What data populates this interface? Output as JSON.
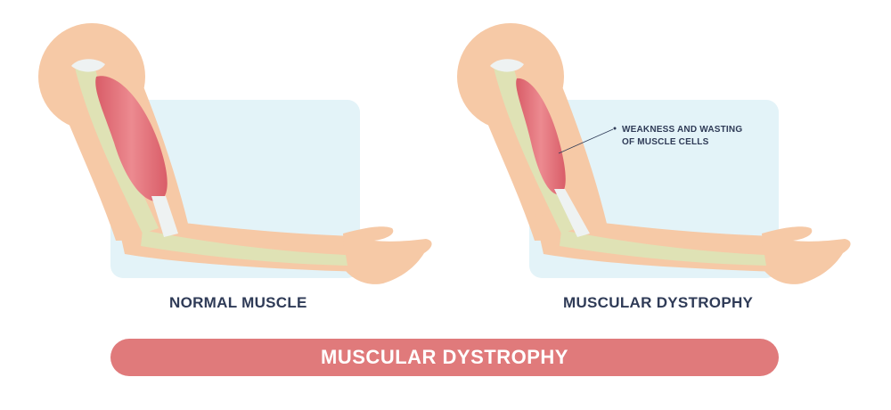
{
  "panels": {
    "normal": {
      "label": "NORMAL MUSCLE"
    },
    "dystrophy": {
      "label": "MUSCULAR DYSTROPHY",
      "callout_line1": "WEAKNESS AND WASTING",
      "callout_line2": "OF MUSCLE CELLS"
    }
  },
  "banner": {
    "title": "MUSCULAR DYSTROPHY"
  },
  "colors": {
    "skin": "#f6c9a6",
    "bone": "#dfe2b5",
    "muscle": "#e4747c",
    "tendon": "#eef2f2",
    "panel_bg": "#e3f3f8",
    "banner": "#e07a7b",
    "text": "#2f3b57"
  }
}
